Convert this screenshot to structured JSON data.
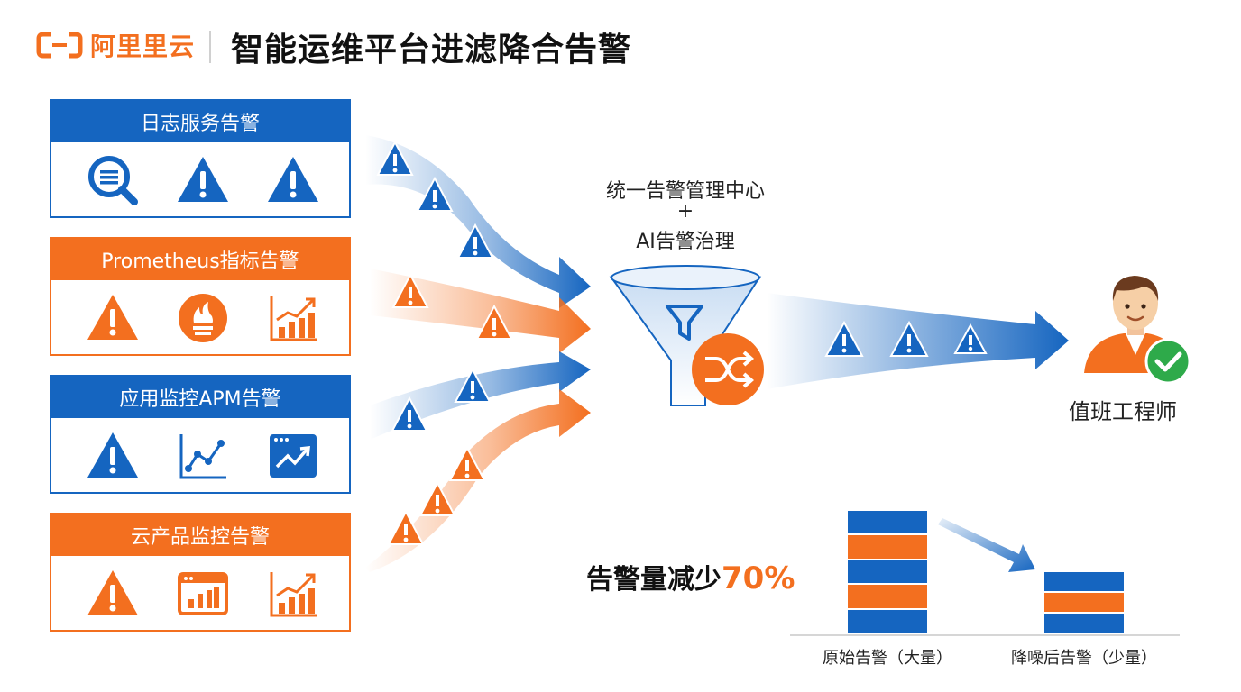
{
  "header": {
    "logo_text": "阿里里云",
    "title": "智能运维平台进滤降合告警"
  },
  "colors": {
    "blue": "#1565c0",
    "orange": "#f36f1f",
    "green": "#2eaa4a"
  },
  "sources": [
    {
      "label": "日志服务告警",
      "color": "blue",
      "icons": [
        "search-icon",
        "warning-icon",
        "warning-icon"
      ]
    },
    {
      "label": "Prometheus指标告警",
      "color": "orange",
      "icons": [
        "warning-icon",
        "prometheus-flame-icon",
        "bar-chart-up-icon"
      ]
    },
    {
      "label": "应用监控APM告警",
      "color": "blue",
      "icons": [
        "warning-icon",
        "line-chart-icon",
        "trend-window-icon"
      ]
    },
    {
      "label": "云产品监控告警",
      "color": "orange",
      "icons": [
        "warning-icon",
        "dashboard-window-icon",
        "bar-chart-up-icon"
      ]
    }
  ],
  "hub": {
    "line1": "统一告警管理中心",
    "line2": "+",
    "line3": "AI告警治理",
    "icons": [
      "funnel-icon",
      "filter-icon",
      "shuffle-icon"
    ]
  },
  "engineer": {
    "label": "值班工程师",
    "icons": [
      "person-avatar-icon",
      "check-circle-icon"
    ]
  },
  "summary": {
    "text": "告警量减少",
    "percent": "70%"
  },
  "comparison": {
    "before_label": "原始告警（大量）",
    "after_label": "降噪后告警（少量）",
    "before_count": 5,
    "after_count": 3
  }
}
